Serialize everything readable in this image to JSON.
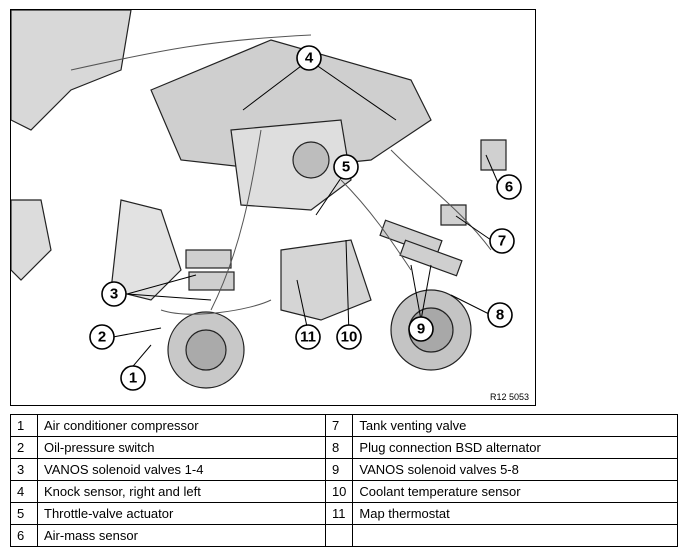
{
  "figure": {
    "ref_code": "R12 5053",
    "callouts": [
      "1",
      "2",
      "3",
      "4",
      "5",
      "6",
      "7",
      "8",
      "9",
      "10",
      "11"
    ]
  },
  "legend": [
    {
      "left_num": "1",
      "left_label": "Air conditioner compressor",
      "right_num": "7",
      "right_label": "Tank venting valve"
    },
    {
      "left_num": "2",
      "left_label": "Oil-pressure switch",
      "right_num": "8",
      "right_label": "Plug connection BSD alternator"
    },
    {
      "left_num": "3",
      "left_label": "VANOS solenoid valves 1-4",
      "right_num": "9",
      "right_label": "VANOS solenoid valves 5-8"
    },
    {
      "left_num": "4",
      "left_label": "Knock sensor, right and left",
      "right_num": "10",
      "right_label": "Coolant temperature sensor"
    },
    {
      "left_num": "5",
      "left_label": "Throttle-valve actuator",
      "right_num": "11",
      "right_label": "Map thermostat"
    },
    {
      "left_num": "6",
      "left_label": "Air-mass sensor",
      "right_num": "",
      "right_label": ""
    }
  ]
}
